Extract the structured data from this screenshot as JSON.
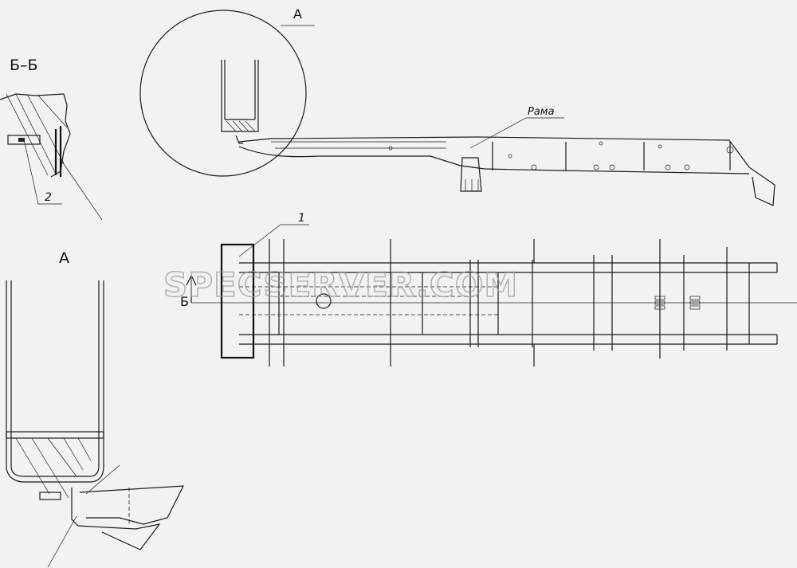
{
  "labels": {
    "section_bb": "Б–Б",
    "view_a_callout": "А",
    "view_a_title": "А",
    "frame_label": "Рама",
    "callout_1": "1",
    "callout_2": "2",
    "section_marker": "Б"
  },
  "watermark": "SPECSERVER.COM",
  "colors": {
    "line": "#1a1a1a",
    "background": "#f2f2f2",
    "watermark": "#9a9a9a"
  }
}
